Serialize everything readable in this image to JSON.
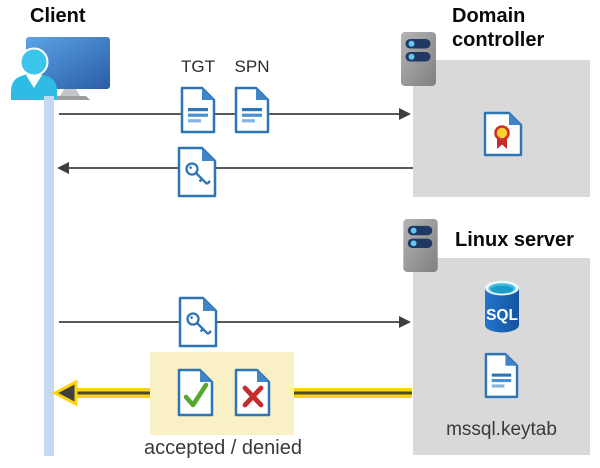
{
  "client": {
    "label": "Client"
  },
  "domain_controller": {
    "label": "Domain controller"
  },
  "linux_server": {
    "label": "Linux server",
    "sql_badge": "SQL",
    "keytab_label": "mssql.keytab"
  },
  "messages": {
    "tgt": "TGT",
    "spn": "SPN",
    "result": "accepted / denied"
  },
  "icons": {
    "client": "user-at-computer-icon",
    "domain_controller": "server-icon",
    "linux_server": "server-icon",
    "tgt": "document-icon",
    "spn": "document-icon",
    "service_ticket": "key-document-icon",
    "certificate": "certificate-document-icon",
    "database": "sql-database-icon",
    "keytab": "document-icon",
    "accepted": "check-document-icon",
    "denied": "x-document-icon"
  },
  "colors": {
    "doc_blue": "#2E75B6",
    "accent_cyan": "#35C1E6",
    "panel_gray": "#D9D9D9",
    "lifeline_blue": "#C3D9F4",
    "highlight_yellow": "#FFD30A",
    "highlight_box": "#FAF0C6",
    "check_green": "#56A72C",
    "deny_red": "#C42B2B",
    "line_gray": "#595959"
  }
}
